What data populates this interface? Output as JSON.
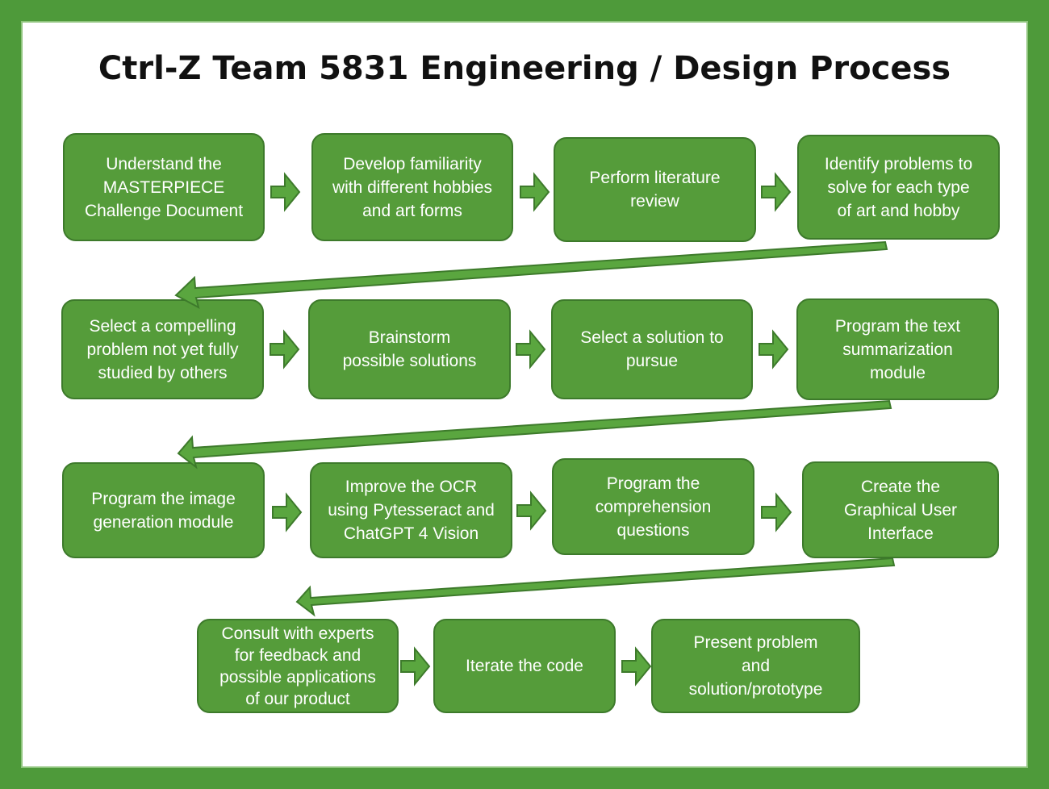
{
  "title": "Ctrl-Z Team 5831 Engineering / Design Process",
  "colors": {
    "frame": "#4e9a3a",
    "box_fill": "#559c3a",
    "box_border": "#3d7a2b",
    "arrow_fill": "#5aa63f",
    "arrow_stroke": "#3d7a2b",
    "title_text": "#111111",
    "box_text": "#ffffff"
  },
  "steps": [
    {
      "label": "Understand the\nMASTERPIECE\nChallenge Document"
    },
    {
      "label": "Develop familiarity\nwith different hobbies\nand art forms"
    },
    {
      "label": "Perform literature\nreview"
    },
    {
      "label": "Identify problems to\nsolve for each type\nof art and hobby"
    },
    {
      "label": "Select a compelling\nproblem not yet fully\nstudied by others"
    },
    {
      "label": "Brainstorm\npossible solutions"
    },
    {
      "label": "Select a solution to\npursue"
    },
    {
      "label": "Program the text\nsummarization\nmodule"
    },
    {
      "label": "Program the image\ngeneration module"
    },
    {
      "label": "Improve the OCR\nusing Pytesseract and\nChatGPT 4 Vision"
    },
    {
      "label": "Program the\ncomprehension\nquestions"
    },
    {
      "label": "Create the\nGraphical User\nInterface"
    },
    {
      "label": "Consult with experts\nfor feedback and\npossible applications\nof our product"
    },
    {
      "label": "Iterate the code"
    },
    {
      "label": "Present problem\nand\nsolution/prototype"
    }
  ]
}
